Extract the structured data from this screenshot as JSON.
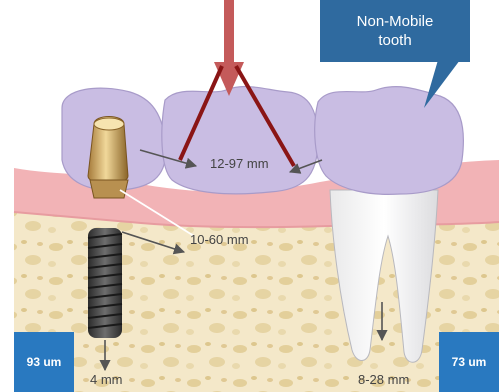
{
  "callout": {
    "line1": "Non-Mobile",
    "line2": "tooth"
  },
  "labels": {
    "implant_crown_gap": "12-97 mm",
    "implant_lateral": "10-60 mm",
    "implant_vertical": "4 mm",
    "tooth_vertical": "8-28 mm"
  },
  "badges": {
    "left": "93 um",
    "right": "73 um"
  },
  "colors": {
    "gum": "#f2b3b6",
    "crown": "#c9bde3",
    "bone": "#f3e6c7",
    "callout": "#2f6a9f",
    "badge": "#2979c0",
    "force_arrow": "#c45a5a",
    "force_lines": "#8a1515"
  }
}
